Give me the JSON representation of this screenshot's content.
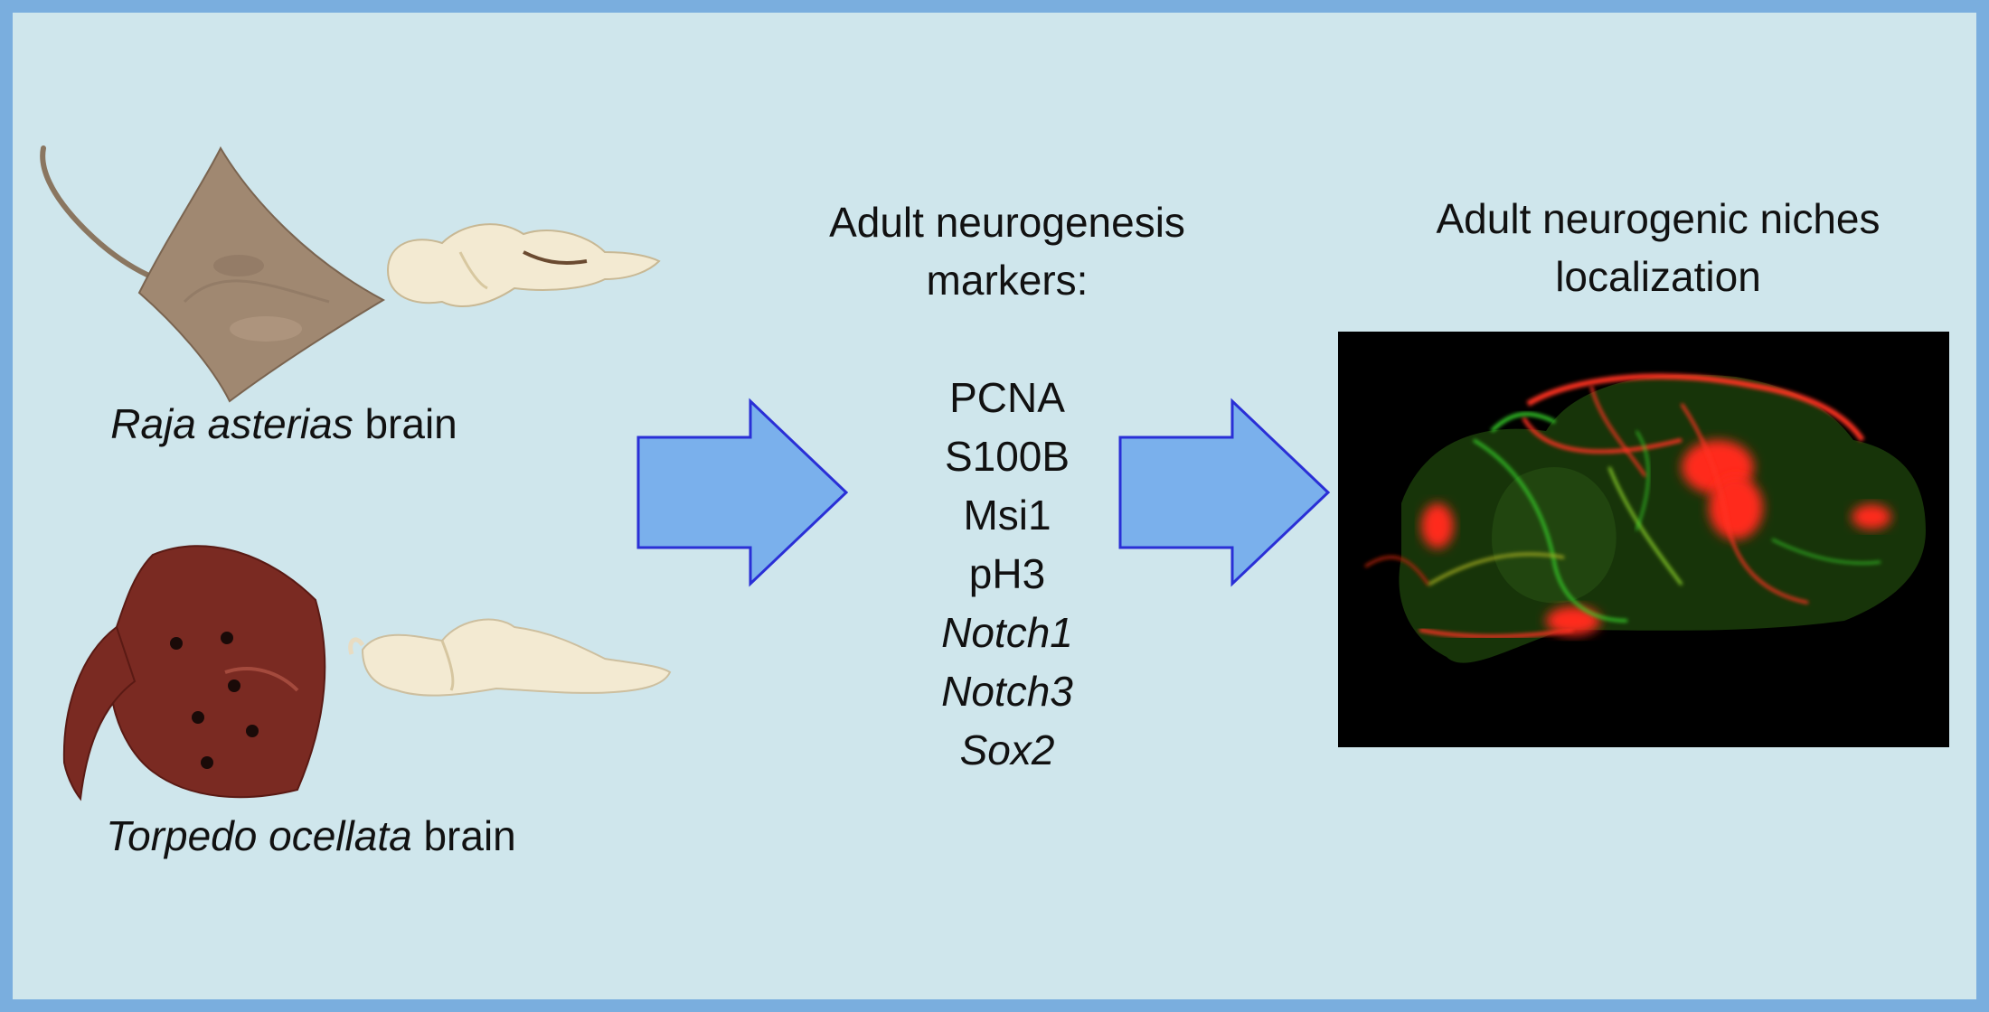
{
  "species": [
    {
      "genus": "Raja asterias",
      "suffix": " brain"
    },
    {
      "genus": "Torpedo ocellata",
      "suffix": " brain"
    }
  ],
  "markers_heading": [
    "Adult neurogenesis",
    "markers:"
  ],
  "markers": [
    {
      "text": "PCNA",
      "italic": false
    },
    {
      "text": "S100B",
      "italic": false
    },
    {
      "text": "Msi1",
      "italic": false
    },
    {
      "text": "pH3",
      "italic": false
    },
    {
      "text": "Notch1",
      "italic": true
    },
    {
      "text": "Notch3",
      "italic": true
    },
    {
      "text": "Sox2",
      "italic": true
    }
  ],
  "niches_heading": [
    "Adult neurogenic niches",
    "localization"
  ],
  "colors": {
    "frame": "#7aaede",
    "background": "#cfe6ec",
    "arrow_fill": "#7ab0ec",
    "arrow_stroke": "#2a2fd6",
    "fluorescence_red": "#ff2a1a",
    "fluorescence_green": "#39d62a"
  }
}
